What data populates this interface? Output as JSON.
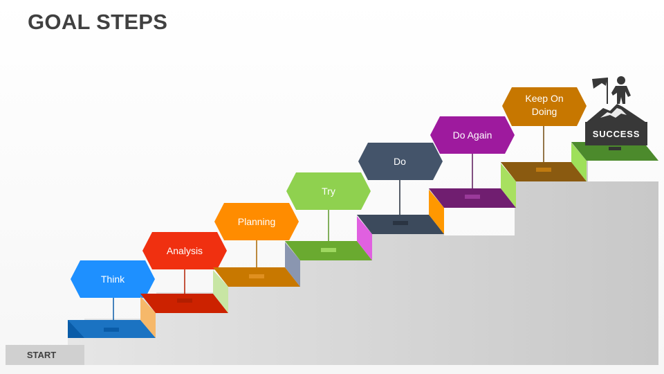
{
  "title": "GOAL STEPS",
  "start_label": "START",
  "success_label": "SUCCESS",
  "steps": [
    {
      "label": "Think",
      "top": "#1b73c2",
      "front": "#0a5ca8",
      "side": "#f0826e",
      "hex": "#1e90ff",
      "text_color": "#ffffff"
    },
    {
      "label": "Analysis",
      "top": "#cc2200",
      "front": "#b21e00",
      "side": "#f6b86a",
      "hex": "#f03010",
      "text_color": "#ffffff"
    },
    {
      "label": "Planning",
      "top": "#c87800",
      "front": "#a86400",
      "side": "#c8e6a4",
      "hex": "#ff8c00",
      "text_color": "#ffffff"
    },
    {
      "label": "Try",
      "top": "#6aaa30",
      "front": "#5a9628",
      "side": "#8a96b0",
      "hex": "#8fd14f",
      "text_color": "#ffffff"
    },
    {
      "label": "Do",
      "top": "#3c4a5c",
      "front": "#2e3a4a",
      "side": "#e060e0",
      "hex": "#44546a",
      "text_color": "#ffffff"
    },
    {
      "label": "Do Again",
      "top": "#701e70",
      "front": "#5a165a",
      "side": "#ff9800",
      "hex": "#9e1a9e",
      "text_color": "#ffffff"
    },
    {
      "label": "Keep On Doing",
      "top": "#8a5a10",
      "front": "#70480c",
      "side": "#a8e060",
      "hex": "#c77700",
      "text_color": "#ffffff"
    }
  ],
  "final_step": {
    "top": "#4c8a2c",
    "front": "#3e7424",
    "side": "#9ee05a"
  },
  "colors": {
    "stair_face": "#d6d6d6",
    "start_block": "#d0d0d0",
    "success_box": "#383838",
    "person": "#383838",
    "connector": "#111111"
  },
  "icons": [
    "flag-icon",
    "person-icon",
    "mountain-icon"
  ]
}
